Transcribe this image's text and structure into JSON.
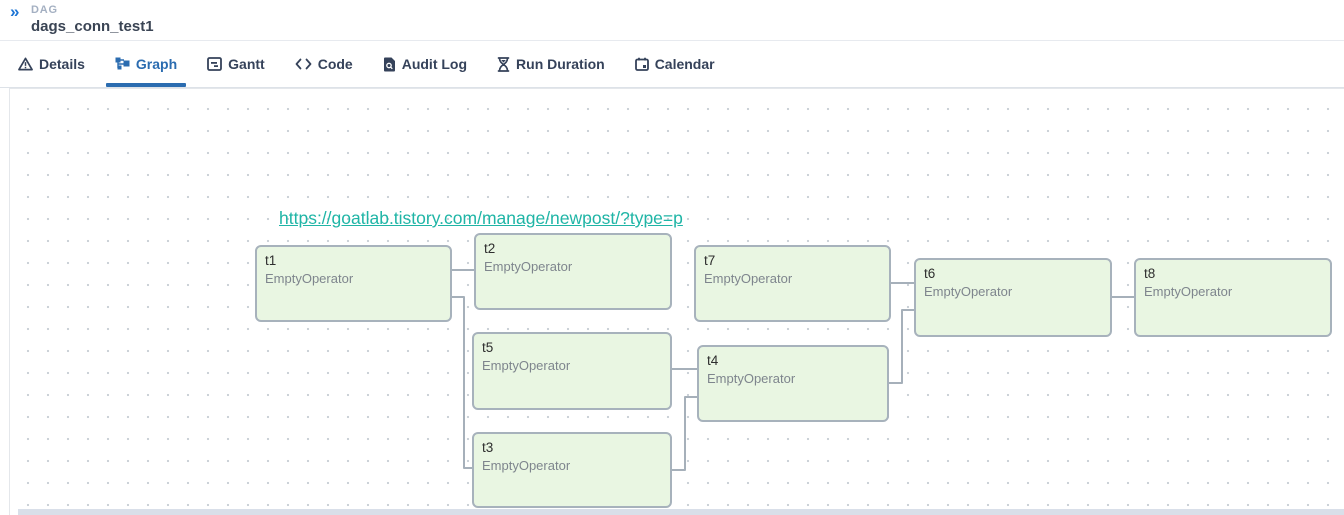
{
  "header": {
    "collapse_icon": "»",
    "section_label": "DAG",
    "dag_title": "dags_conn_test1"
  },
  "tabs": [
    {
      "label": "Details",
      "icon": "warning-triangle-icon",
      "active": false
    },
    {
      "label": "Graph",
      "icon": "graph-nodes-icon",
      "active": true
    },
    {
      "label": "Gantt",
      "icon": "gantt-chart-icon",
      "active": false
    },
    {
      "label": "Code",
      "icon": "code-brackets-icon",
      "active": false
    },
    {
      "label": "Audit Log",
      "icon": "audit-log-icon",
      "active": false
    },
    {
      "label": "Run Duration",
      "icon": "hourglass-icon",
      "active": false
    },
    {
      "label": "Calendar",
      "icon": "calendar-icon",
      "active": false
    }
  ],
  "watermark": {
    "text": "https://goatlab.tistory.com/manage/newpost/?type=p",
    "color": "#1fb5a6"
  },
  "graph": {
    "nodes": [
      {
        "id": "t1",
        "operator": "EmptyOperator"
      },
      {
        "id": "t2",
        "operator": "EmptyOperator"
      },
      {
        "id": "t5",
        "operator": "EmptyOperator"
      },
      {
        "id": "t3",
        "operator": "EmptyOperator"
      },
      {
        "id": "t7",
        "operator": "EmptyOperator"
      },
      {
        "id": "t4",
        "operator": "EmptyOperator"
      },
      {
        "id": "t6",
        "operator": "EmptyOperator"
      },
      {
        "id": "t8",
        "operator": "EmptyOperator"
      }
    ],
    "edges": [
      {
        "from": "t1",
        "to": "t2"
      },
      {
        "from": "t1",
        "to": "t3"
      },
      {
        "from": "t5",
        "to": "t4"
      },
      {
        "from": "t3",
        "to": "t4"
      },
      {
        "from": "t7",
        "to": "t6"
      },
      {
        "from": "t4",
        "to": "t6"
      },
      {
        "from": "t6",
        "to": "t8"
      }
    ],
    "node_fill": "#e9f6e2",
    "node_border": "#a7b2bc",
    "edge_color": "#a6b0ba"
  },
  "colors": {
    "active_tab": "#2b6cb0",
    "inactive_tab": "#35425a",
    "breadcrumb_gray": "#a4b0c2",
    "title_dark": "#3a4454",
    "chevron_blue": "#1c74d4"
  }
}
